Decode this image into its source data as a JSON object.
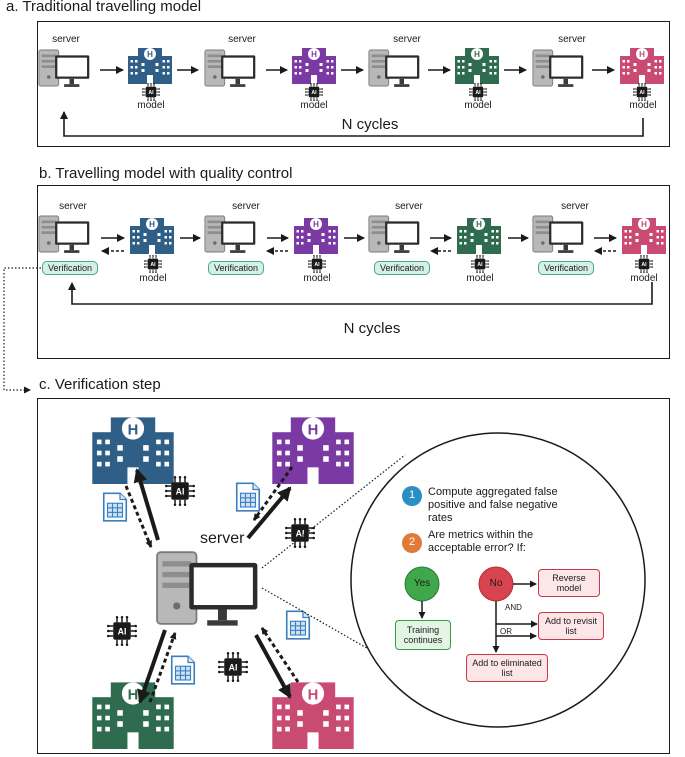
{
  "panels": {
    "a": {
      "title": "a. Traditional travelling model",
      "cycles": "N cycles"
    },
    "b": {
      "title": "b. Travelling model with quality control",
      "cycles": "N cycles",
      "verification": "Verification"
    },
    "c": {
      "title": "c. Verification step"
    }
  },
  "labels": {
    "server": "server",
    "model": "model",
    "ai": "AI"
  },
  "steps": [
    {
      "num": "1",
      "text": "Compute aggregated false positive and false negative rates"
    },
    {
      "num": "2",
      "text": "Are metrics within the acceptable error? If:"
    }
  ],
  "flow": {
    "yes": "Yes",
    "no": "No",
    "training": "Training continues",
    "reverse": "Reverse model",
    "revisit": "Add to revisit list",
    "eliminated": "Add to eliminated list",
    "and": "AND",
    "or": "OR"
  },
  "colors": {
    "blue": "#2f5f86",
    "purple": "#7b3aa3",
    "green": "#2f6b4f",
    "pink": "#c94a72",
    "step1": "#2c8fc4",
    "step2": "#e07b39",
    "yes": "#3fa84a",
    "no": "#d9434f"
  },
  "icons": [
    "server-icon",
    "hospital-icon",
    "ai-chip-icon",
    "spreadsheet-icon"
  ]
}
